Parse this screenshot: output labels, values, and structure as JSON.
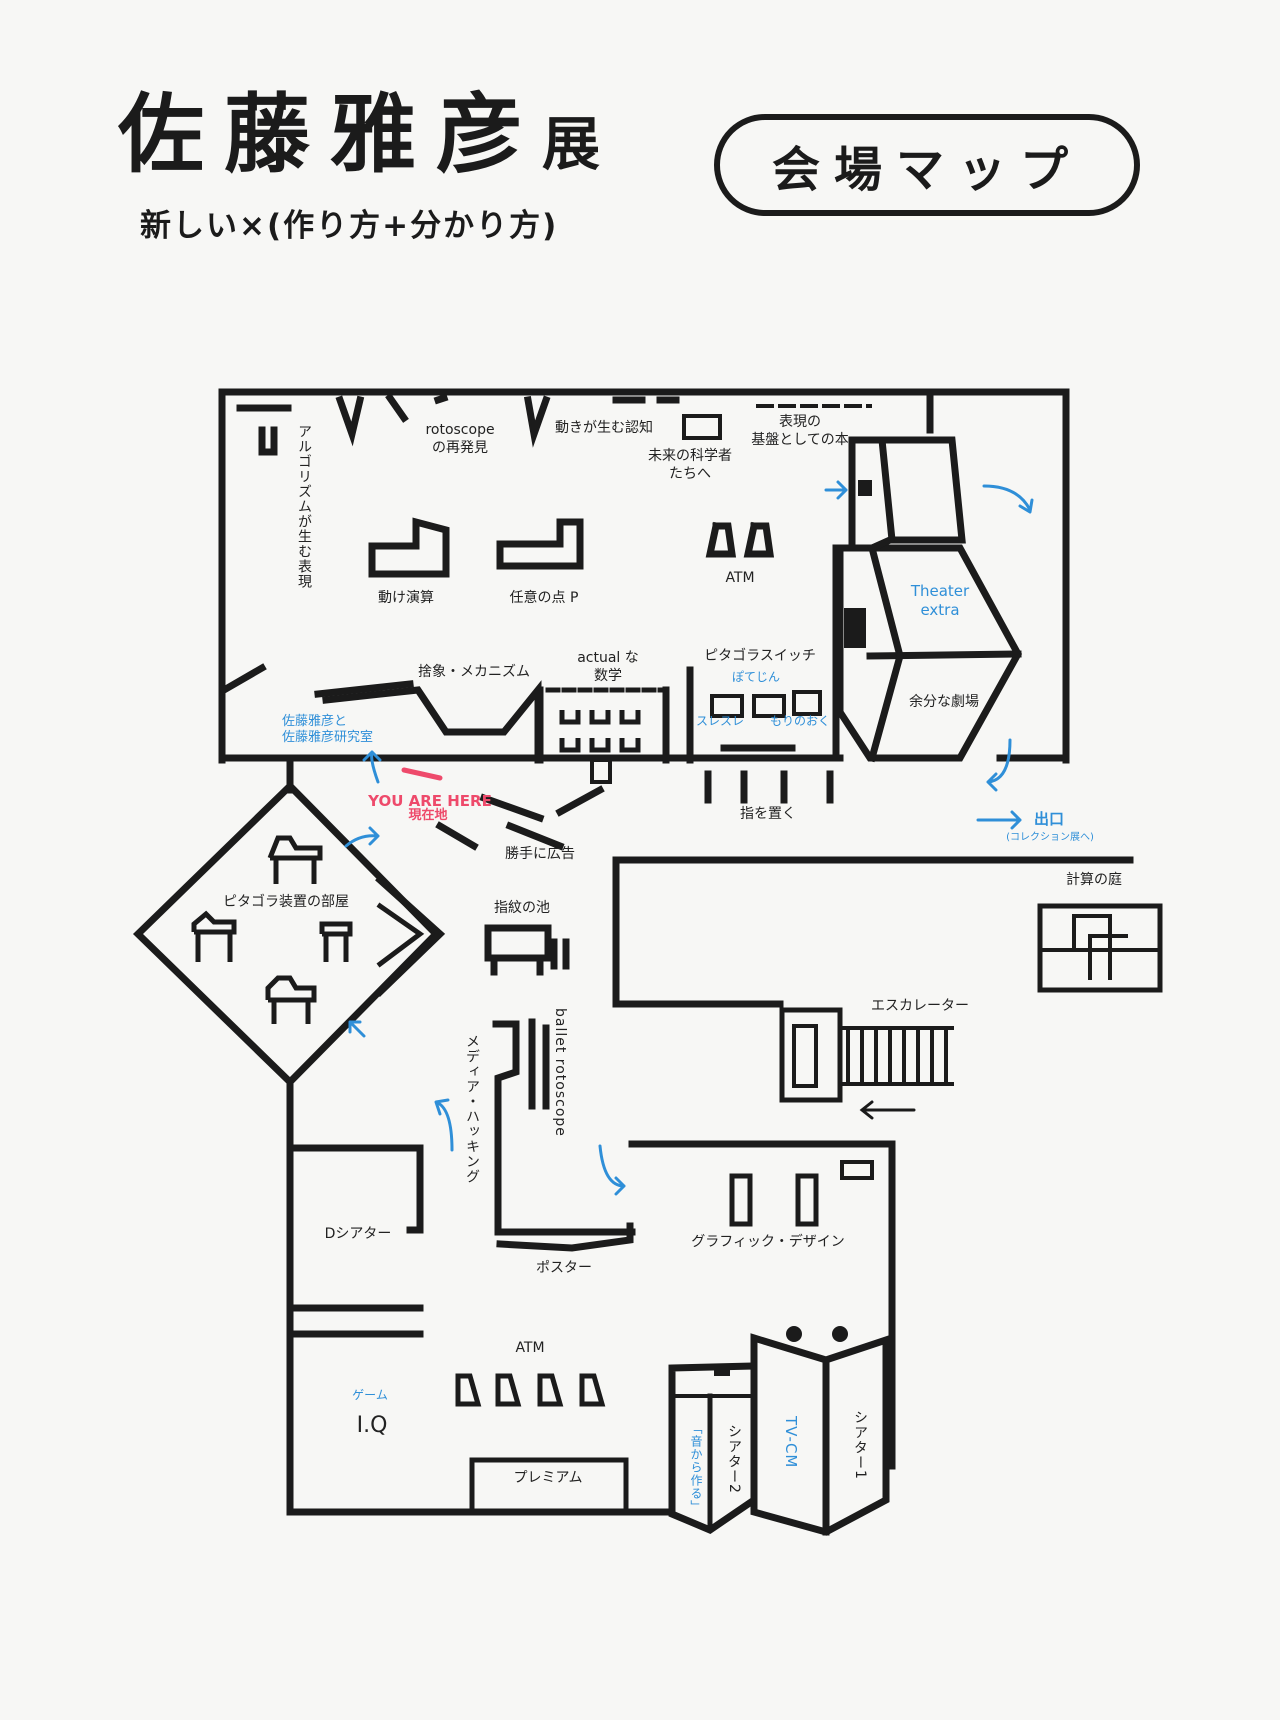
{
  "header": {
    "title_main": "佐藤雅彦",
    "title_suffix": "展",
    "subtitle": "新しい×(作り方+分かり方)",
    "map_badge": "会場マップ"
  },
  "you_are_here": {
    "en": "YOU ARE HERE",
    "ja": "現在地"
  },
  "labels": {
    "rotoscope": "rotoscope\nの再発見",
    "ugoki": "動きが生む認知",
    "kagakusha": "未来の科学者\nたちへ",
    "kiban": "表現の\n基盤としての本",
    "algorithm": "アルゴリズムが生む表現",
    "ugoke": "動け演算",
    "nini": "任意の点 P",
    "atm_top": "ATM",
    "theater_extra": "Theater\nextra",
    "yobun": "余分な劇場",
    "chusho": "捨象・メカニズム",
    "actual": "actual な\n数学",
    "pitagora_switch": "ピタゴラスイッチ",
    "potejin": "ぽてじん",
    "suresure": "スレスレ",
    "morinooku": "もりのおく",
    "kenkyushitsu": "佐藤雅彦と\n佐藤雅彦研究室",
    "yubi": "指を置く",
    "katte": "勝手に広告",
    "exit": "出口",
    "exit_sub": "(コレクション展へ)",
    "keisan": "計算の庭",
    "pitagora_room": "ピタゴラ装置の部屋",
    "shimon": "指紋の池",
    "escalator": "エスカレーター",
    "ballet": "ballet rotoscope",
    "media": "メディア・ハッキング",
    "d_theater": "Dシアター",
    "poster": "ポスター",
    "graphic": "グラフィック・デザイン",
    "atm_bottom": "ATM",
    "game": "ゲーム",
    "iq": "I.Q",
    "premium": "プレミアム",
    "oto": "「音から作る」",
    "theater2": "シアター2",
    "tvcm": "TV-CM",
    "theater1": "シアター1"
  },
  "colors": {
    "ink": "#1b1b1b",
    "accent_blue": "#2f8fd8",
    "here_pink": "#ee4a6b",
    "paper": "#f7f7f5"
  }
}
